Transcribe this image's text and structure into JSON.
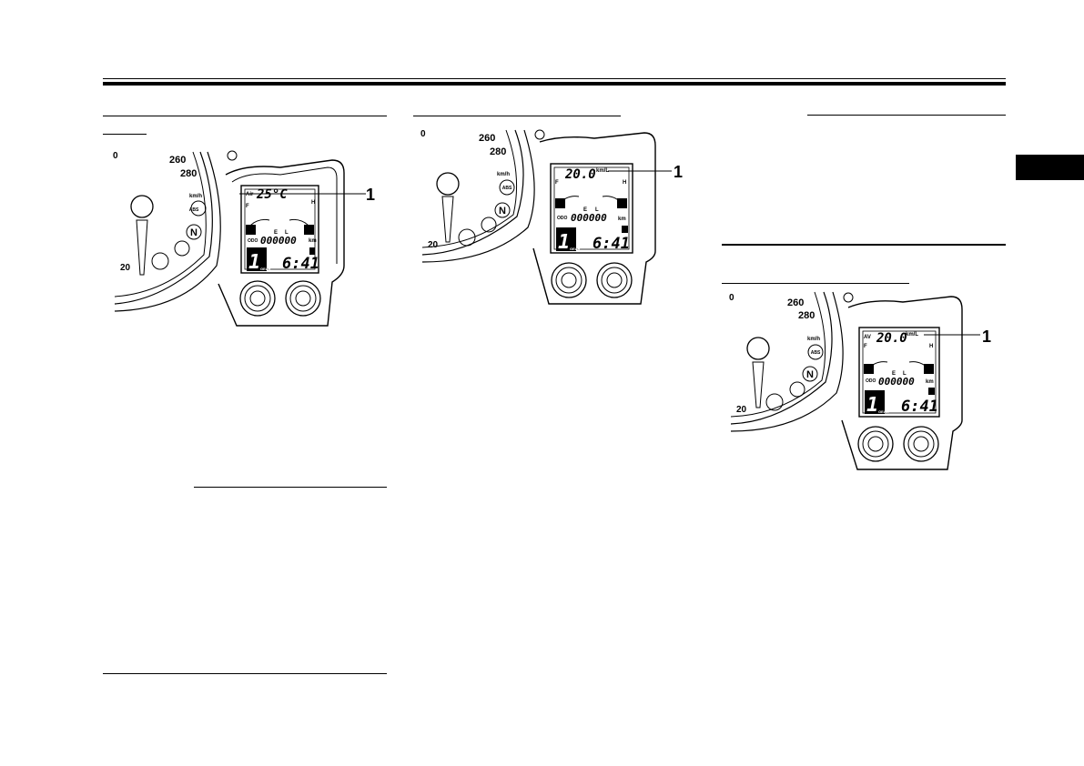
{
  "page": {
    "figures": [
      {
        "callout": "1",
        "lcd_label": "Air",
        "lcd_value": "25°C",
        "unit": "",
        "odo_label": "ODO",
        "odo_value": "000000",
        "odo_unit": "km",
        "gear_number": "1",
        "gear_label": "GEAR",
        "clock": "6:41",
        "fuel_full": "F",
        "fuel_empty": "E",
        "temp_low": "L",
        "temp_high": "H",
        "speed_unit": "km/h",
        "speed_260": "260",
        "speed_280": "280",
        "speed_20": "20",
        "speed_0": "0",
        "abs": "ABS",
        "neutral": "N"
      },
      {
        "callout": "1",
        "lcd_label": "",
        "lcd_value": "20.0",
        "unit": "km/L",
        "odo_label": "ODO",
        "odo_value": "000000",
        "odo_unit": "km",
        "gear_number": "1",
        "gear_label": "GEAR",
        "clock": "6:41",
        "fuel_full": "F",
        "fuel_empty": "E",
        "temp_low": "L",
        "temp_high": "H",
        "speed_unit": "km/h",
        "speed_260": "260",
        "speed_280": "280",
        "speed_20": "20",
        "speed_0": "0",
        "abs": "ABS",
        "neutral": "N"
      },
      {
        "callout": "1",
        "lcd_label": "AV",
        "lcd_value": "20.0",
        "unit": "km/L",
        "odo_label": "ODO",
        "odo_value": "000000",
        "odo_unit": "km",
        "gear_number": "1",
        "gear_label": "GEAR",
        "clock": "6:41",
        "fuel_full": "F",
        "fuel_empty": "E",
        "temp_low": "L",
        "temp_high": "H",
        "speed_unit": "km/h",
        "speed_260": "260",
        "speed_280": "280",
        "speed_20": "20",
        "speed_0": "0",
        "abs": "ABS",
        "neutral": "N"
      }
    ]
  }
}
